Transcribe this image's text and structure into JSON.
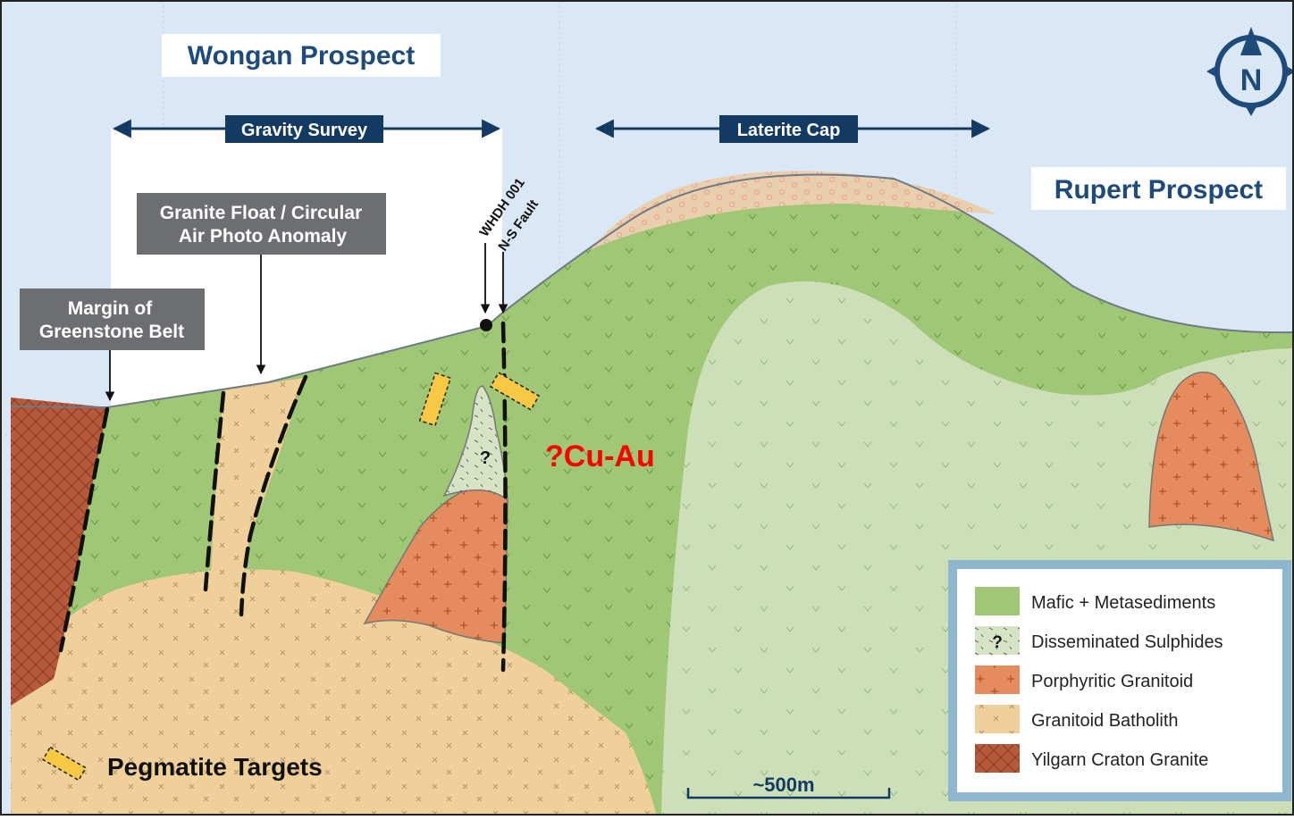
{
  "title_left": "Wongan Prospect",
  "title_right": "Rupert Prospect",
  "compass": {
    "letter": "N",
    "icon": "north-arrow-icon"
  },
  "ranges": {
    "gravity": "Gravity Survey",
    "laterite": "Laterite Cap"
  },
  "callouts": {
    "granite_float_line1": "Granite Float / Circular",
    "granite_float_line2": "Air Photo Anomaly",
    "margin_line1": "Margin of",
    "margin_line2": "Greenstone Belt",
    "drillhole": "WHDH 001",
    "fault": "N-S Fault"
  },
  "labels": {
    "target": "?Cu-Au",
    "question": "?",
    "pegmatite": "Pegmatite Targets",
    "scale": "~500m"
  },
  "legend": {
    "items": [
      {
        "label": "Mafic + Metasediments",
        "color": "#9fc775"
      },
      {
        "label": "Disseminated Sulphides",
        "color": "#d6e3c4",
        "symbol": "?"
      },
      {
        "label": "Porphyritic Granitoid",
        "color": "#e58c5f"
      },
      {
        "label": "Granitoid Batholith",
        "color": "#efd09a"
      },
      {
        "label": "Yilgarn Craton Granite",
        "color": "#b75a3c"
      }
    ]
  },
  "colors": {
    "sky": "#dae8f6",
    "survey_box": "#ffffff",
    "mafic": "#9fc775",
    "pale_green": "#cddfb9",
    "sulphides": "#d6e3c4",
    "porphyry": "#e58c5f",
    "batholith": "#efd09a",
    "craton": "#b75a3c",
    "laterite": "#e9cfae",
    "navy": "#123a63",
    "callout_box": "#6d6e71",
    "target_red": "#ff0000",
    "pegmatite": "#f6c844",
    "legend_frame": "#8fb6cf"
  }
}
